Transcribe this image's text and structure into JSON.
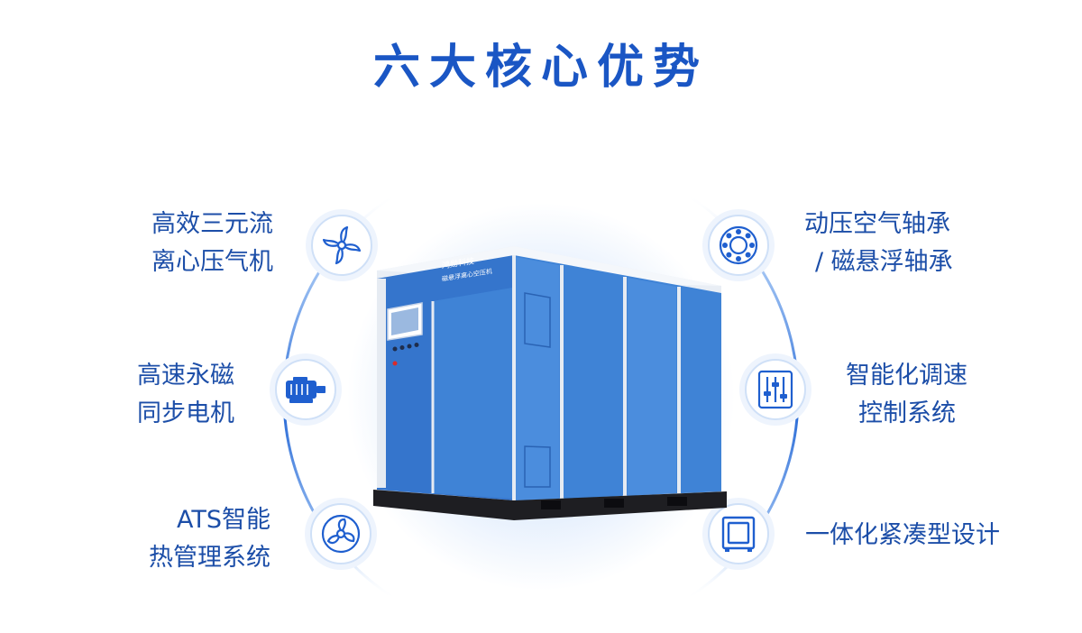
{
  "title": "六大核心优势",
  "features": {
    "left": [
      {
        "line1": "高效三元流",
        "line2": "离心压气机",
        "icon": "fan-blade-icon"
      },
      {
        "line1": "高速永磁",
        "line2": "同步电机",
        "icon": "motor-icon"
      },
      {
        "line1": "ATS智能",
        "line2": "热管理系统",
        "icon": "cooling-fan-icon"
      }
    ],
    "right": [
      {
        "line1": "动压空气轴承",
        "line2": "/ 磁悬浮轴承",
        "icon": "bearing-icon"
      },
      {
        "line1": "智能化调速",
        "line2": "控制系统",
        "icon": "control-sliders-icon"
      },
      {
        "line1": "一体化紧凑型设计",
        "line2": "",
        "icon": "compact-box-icon"
      }
    ]
  },
  "machine": {
    "brand_label": "鸿勋科技",
    "model_label": "磁悬浮离心空压机"
  },
  "colors": {
    "title": "#1a56c4",
    "text": "#1c4ea8",
    "panel": "#3f83d6",
    "accent_ring": "#2f6fd8"
  }
}
